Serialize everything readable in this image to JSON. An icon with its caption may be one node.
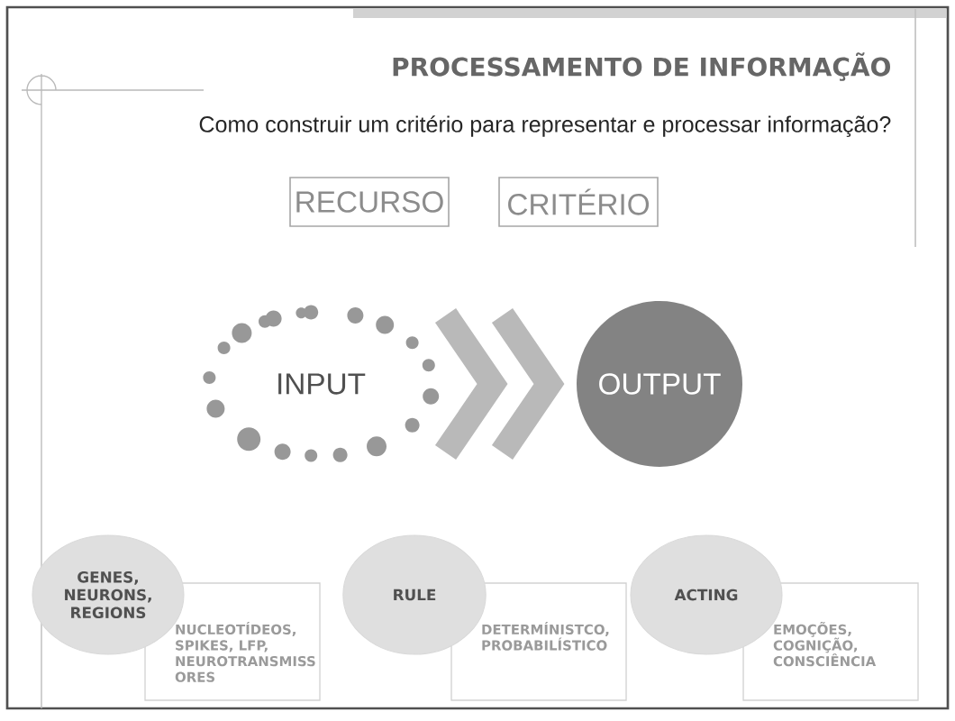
{
  "diagram": {
    "title": "PROCESSAMENTO DE INFORMAÇÃO",
    "nodes": [
      {
        "text": [
          "RECURSO"
        ]
      },
      {
        "text": [
          "CRITÉRIO"
        ]
      },
      {
        "text": [
          "INPUT"
        ]
      },
      {
        "text": [
          "OUTPUT"
        ]
      },
      {
        "text": [
          "GENES, NEURONS, REGIONS"
        ]
      },
      {
        "text": [
          "NUCLEOTÍDEOS, SPIKES, LFP, NEUROTRANSMISS ORES"
        ]
      },
      {
        "text": [
          "RULE"
        ]
      },
      {
        "text": [
          "DETERMÍNISTCO, PROBABILÍSTICO"
        ]
      },
      {
        "text": [
          "ACTING"
        ]
      },
      {
        "text": [
          "EMOÇÕES, COGNIÇÃO, CONSCIÊNCIA"
        ]
      }
    ],
    "edges": [
      {
        "from": 2,
        "to": 3,
        "arrow": "to"
      }
    ],
    "labels": [
      "Como construir um critério para representar e processar informação?"
    ]
  }
}
